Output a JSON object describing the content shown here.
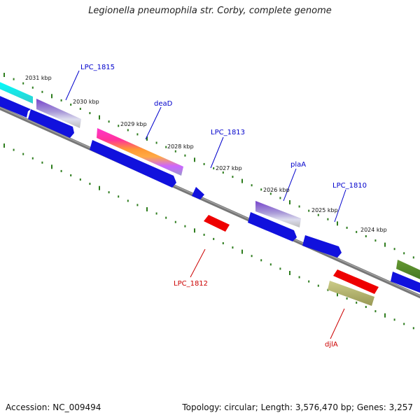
{
  "title": "Legionella pneumophila str. Corby, complete genome",
  "footer": {
    "accession": "Accession: NC_009494",
    "topology": "Topology: circular; Length: 3,576,470 bp; Genes: 3,257"
  },
  "colors": {
    "backbone": "#808080",
    "tick": "#2e7d1e",
    "forward_label": "#0000cc",
    "reverse_label": "#cc0000"
  },
  "kbp_labels": [
    "2031 kbp",
    "2030 kbp",
    "2029 kbp",
    "2028 kbp",
    "2027 kbp",
    "2026 kbp",
    "2025 kbp",
    "2024 kbp"
  ],
  "gene_labels": [
    {
      "text": "LPC_1815",
      "strand": "forward"
    },
    {
      "text": "deaD",
      "strand": "forward"
    },
    {
      "text": "LPC_1813",
      "strand": "forward"
    },
    {
      "text": "plaA",
      "strand": "forward"
    },
    {
      "text": "LPC_1810",
      "strand": "forward"
    },
    {
      "text": "LPC_1812",
      "strand": "reverse"
    },
    {
      "text": "djlA",
      "strand": "reverse"
    }
  ]
}
